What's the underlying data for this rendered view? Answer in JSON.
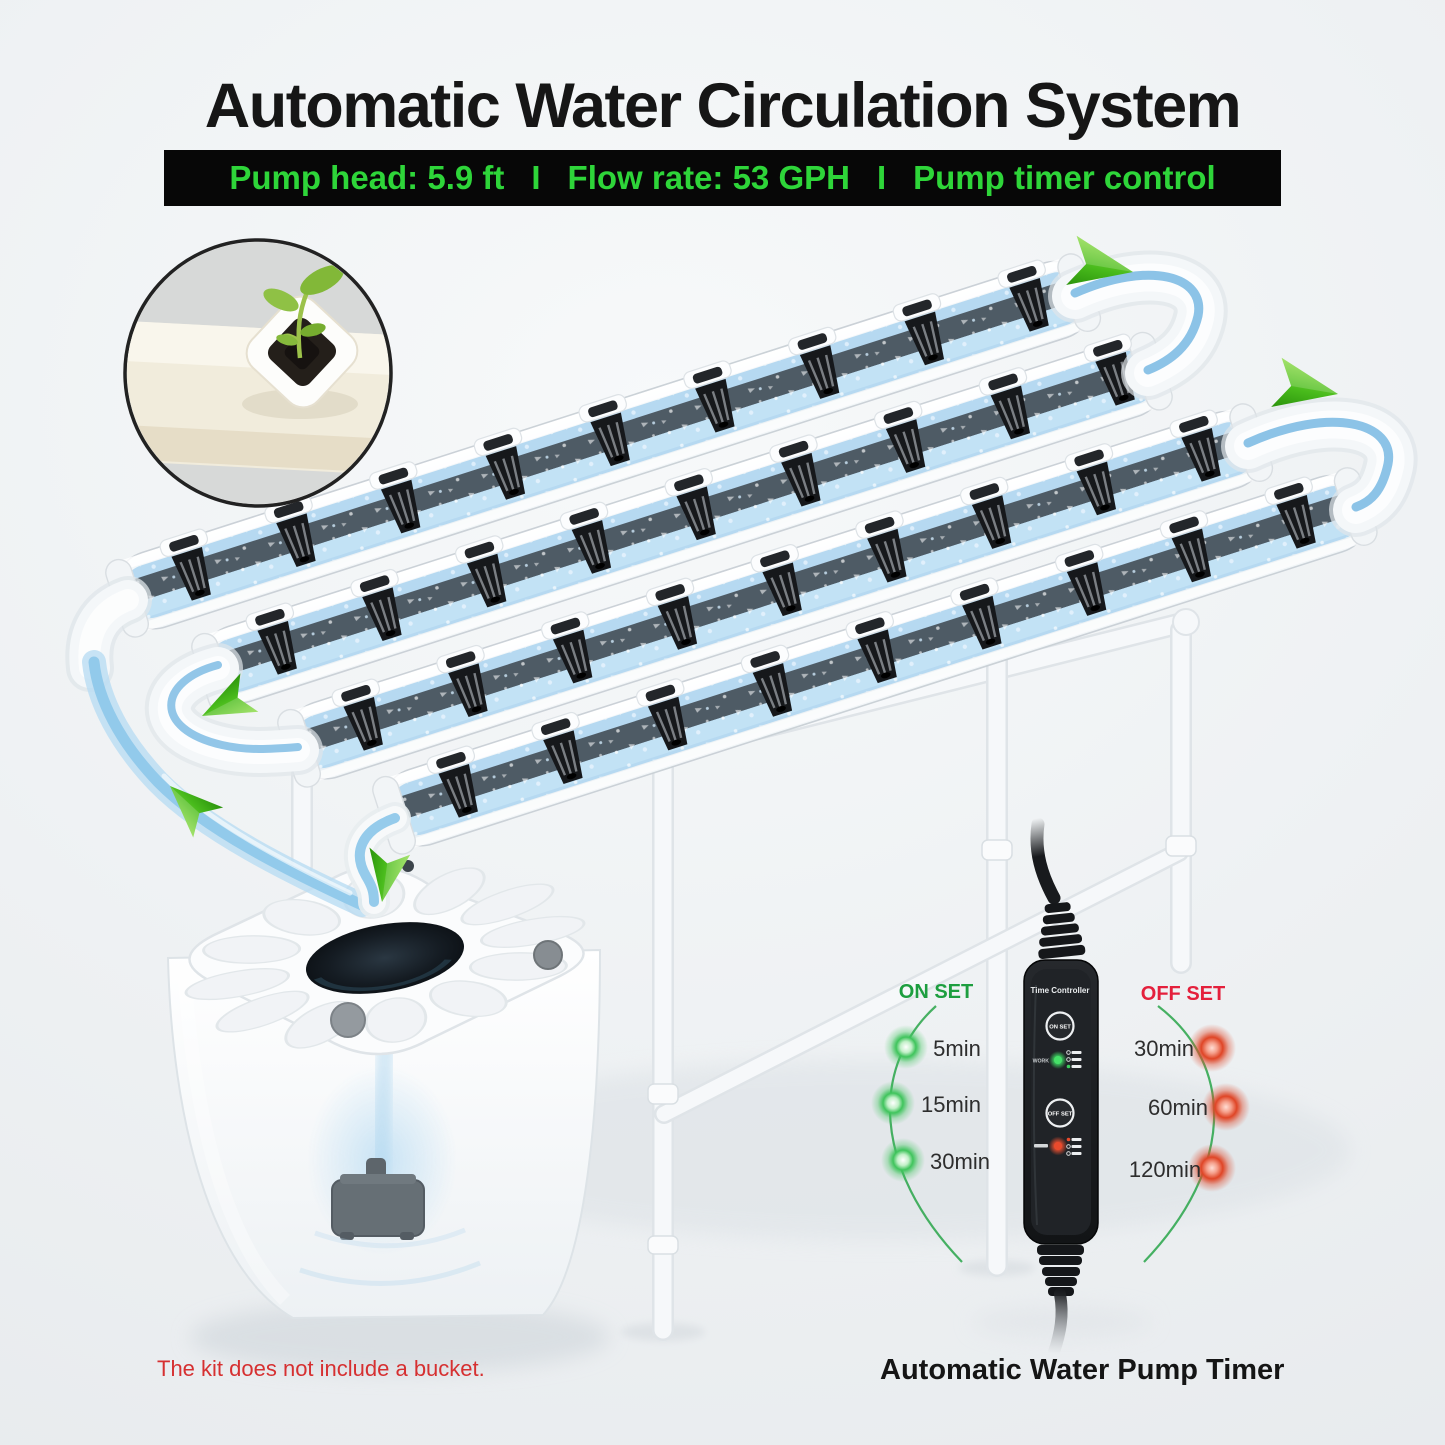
{
  "title": {
    "text": "Automatic Water Circulation System"
  },
  "spec_banner": {
    "segments": [
      "Pump head: 5.9 ft",
      "Flow rate: 53 GPH",
      "Pump timer control"
    ],
    "separator": "I",
    "bg_color": "#070707",
    "text_color": "#2ed539"
  },
  "system": {
    "tube_count": 4,
    "net_pots_per_tube": 9,
    "water_color": "#b6d9f1",
    "flow_arrow_color": "#46b31b",
    "inset_icon": "seedling-closeup-photo"
  },
  "timer": {
    "device_label": "Time Controller",
    "on_button": "ON SET",
    "off_button": "OFF SET",
    "work_label": "WORK",
    "on_set": {
      "heading": "ON SET",
      "color": "#1d9e3f",
      "options": [
        "5min",
        "15min",
        "30min"
      ]
    },
    "off_set": {
      "heading": "OFF SET",
      "color": "#e4203c",
      "options": [
        "30min",
        "60min",
        "120min"
      ]
    },
    "caption": "Automatic Water Pump Timer"
  },
  "notes": {
    "bucket_note": "The kit does not include a bucket.",
    "bucket_note_color": "#d63031"
  }
}
